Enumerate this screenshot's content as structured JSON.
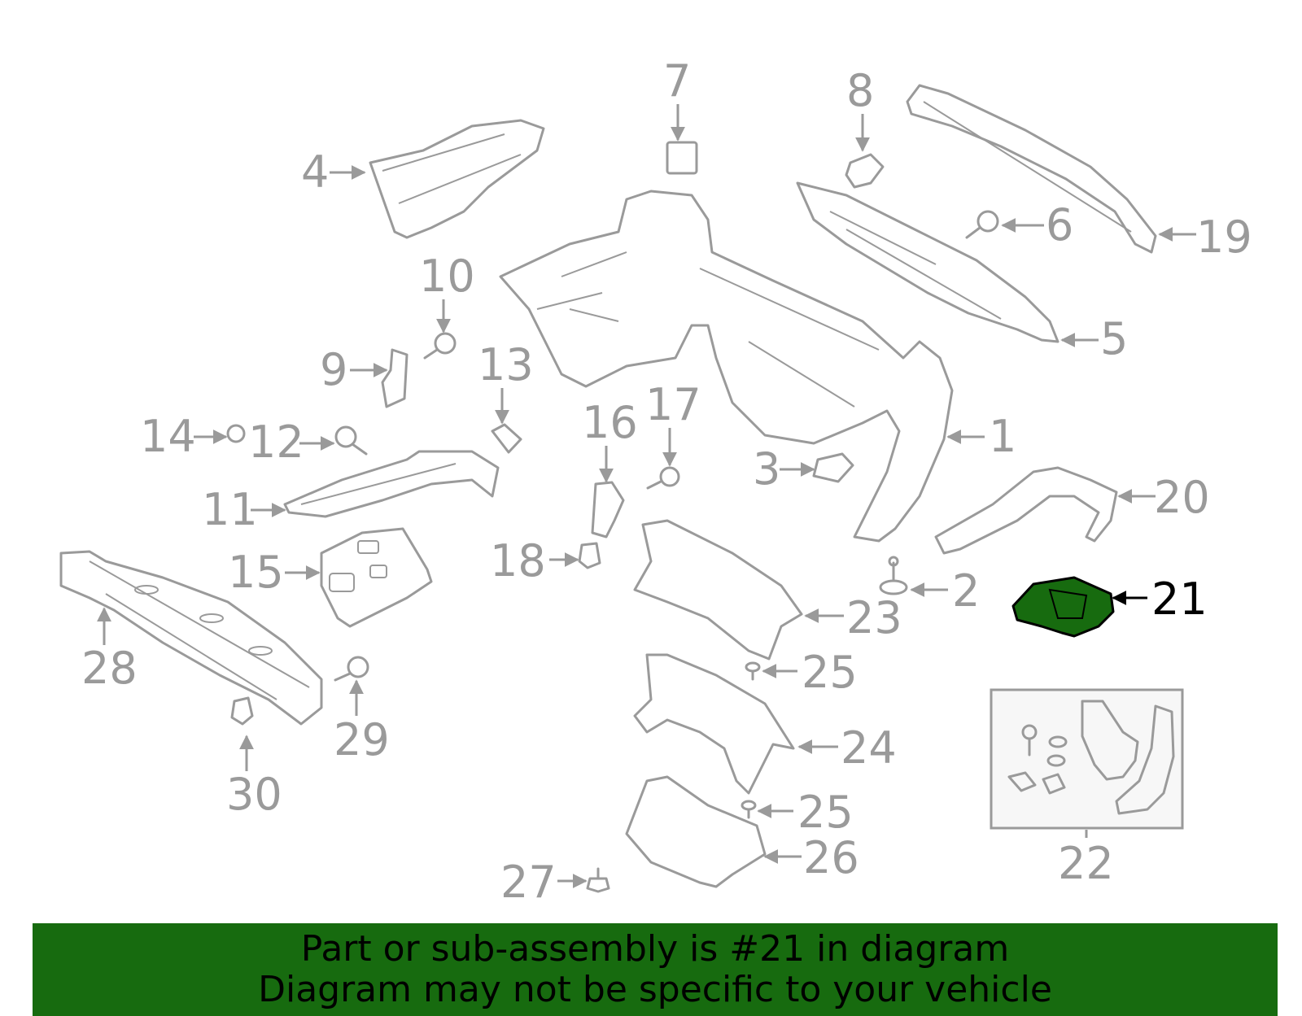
{
  "diagram": {
    "highlight_color": "#176b0f",
    "line_color": "#9a9a9a",
    "callouts": {
      "c1": "1",
      "c2": "2",
      "c3": "3",
      "c4": "4",
      "c5": "5",
      "c6": "6",
      "c7": "7",
      "c8": "8",
      "c9": "9",
      "c10": "10",
      "c11": "11",
      "c12": "12",
      "c13": "13",
      "c14": "14",
      "c15": "15",
      "c16": "16",
      "c17": "17",
      "c18": "18",
      "c19": "19",
      "c20": "20",
      "c21": "21",
      "c22": "22",
      "c23": "23",
      "c24": "24",
      "c25a": "25",
      "c25b": "25",
      "c26": "26",
      "c27": "27",
      "c28": "28",
      "c29": "29",
      "c30": "30"
    }
  },
  "banner": {
    "line1": "Part or sub-assembly is #21 in diagram",
    "line2": "Diagram may not be specific to your vehicle",
    "background": "#176b0f"
  }
}
